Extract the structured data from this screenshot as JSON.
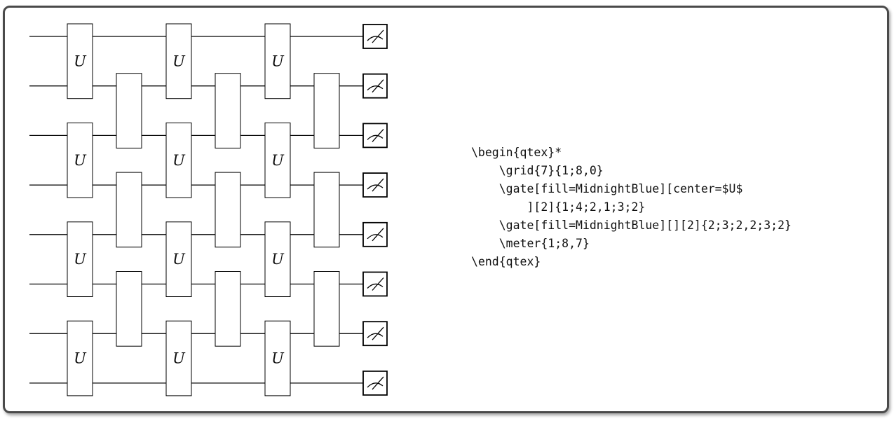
{
  "circuit": {
    "qubits": 8,
    "gate_label": "U",
    "u_gates": [
      {
        "col": 1,
        "wires": [
          1,
          2
        ]
      },
      {
        "col": 1,
        "wires": [
          3,
          4
        ]
      },
      {
        "col": 1,
        "wires": [
          5,
          6
        ]
      },
      {
        "col": 1,
        "wires": [
          7,
          8
        ]
      },
      {
        "col": 3,
        "wires": [
          1,
          2
        ]
      },
      {
        "col": 3,
        "wires": [
          3,
          4
        ]
      },
      {
        "col": 3,
        "wires": [
          5,
          6
        ]
      },
      {
        "col": 3,
        "wires": [
          7,
          8
        ]
      },
      {
        "col": 5,
        "wires": [
          1,
          2
        ]
      },
      {
        "col": 5,
        "wires": [
          3,
          4
        ]
      },
      {
        "col": 5,
        "wires": [
          5,
          6
        ]
      },
      {
        "col": 5,
        "wires": [
          7,
          8
        ]
      }
    ],
    "blank_gates": [
      {
        "col": 2,
        "wires": [
          2,
          3
        ]
      },
      {
        "col": 2,
        "wires": [
          4,
          5
        ]
      },
      {
        "col": 2,
        "wires": [
          6,
          7
        ]
      },
      {
        "col": 4,
        "wires": [
          2,
          3
        ]
      },
      {
        "col": 4,
        "wires": [
          4,
          5
        ]
      },
      {
        "col": 4,
        "wires": [
          6,
          7
        ]
      },
      {
        "col": 6,
        "wires": [
          2,
          3
        ]
      },
      {
        "col": 6,
        "wires": [
          4,
          5
        ]
      },
      {
        "col": 6,
        "wires": [
          6,
          7
        ]
      }
    ],
    "meters_on_wires": [
      1,
      2,
      3,
      4,
      5,
      6,
      7,
      8
    ],
    "meter_icon": "measurement-meter-icon"
  },
  "code": {
    "lines": [
      "\\begin{qtex}*",
      "    \\grid{7}{1;8,0}",
      "    \\gate[fill=MidnightBlue][center=$U$",
      "        ][2]{1;4;2,1;3;2}",
      "    \\gate[fill=MidnightBlue][][2]{2;3;2,2;3;2}",
      "    \\meter{1;8,7}",
      "\\end{qtex}"
    ]
  }
}
